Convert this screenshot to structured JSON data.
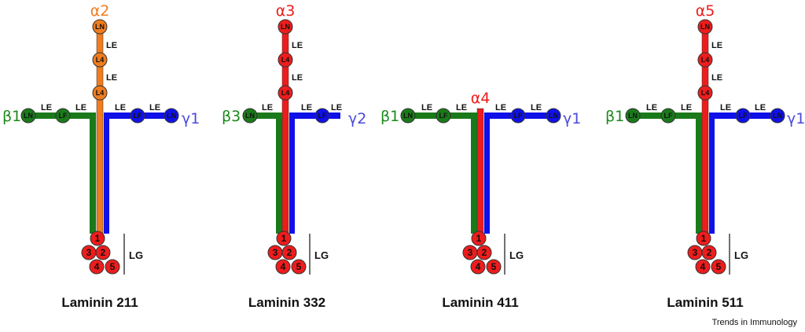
{
  "colors": {
    "orange": "#F07C1E",
    "red": "#EE1C1C",
    "green": "#1A7A1A",
    "blue": "#1010E8",
    "gamma_text": "#4A4AE0",
    "beta_text": "#1A8A1A",
    "outline": "#222222"
  },
  "domain_labels": {
    "LN": "LN",
    "L4": "L4",
    "LF": "LF",
    "LE": "LE",
    "LG": "LG"
  },
  "lg_numbers": [
    "1",
    "2",
    "3",
    "4",
    "5"
  ],
  "laminins": [
    {
      "name": "Laminin 211",
      "alpha": "α2",
      "beta": "β1",
      "gamma": "γ1",
      "alpha_color": "orange"
    },
    {
      "name": "Laminin 332",
      "alpha": "α3",
      "beta": "β3",
      "gamma": "γ2",
      "alpha_color": "red"
    },
    {
      "name": "Laminin 411",
      "alpha": "α4",
      "beta": "β1",
      "gamma": "γ1",
      "alpha_color": "red"
    },
    {
      "name": "Laminin 511",
      "alpha": "α5",
      "beta": "β1",
      "gamma": "γ1",
      "alpha_color": "red"
    }
  ],
  "footer": "Trends in Immunology"
}
